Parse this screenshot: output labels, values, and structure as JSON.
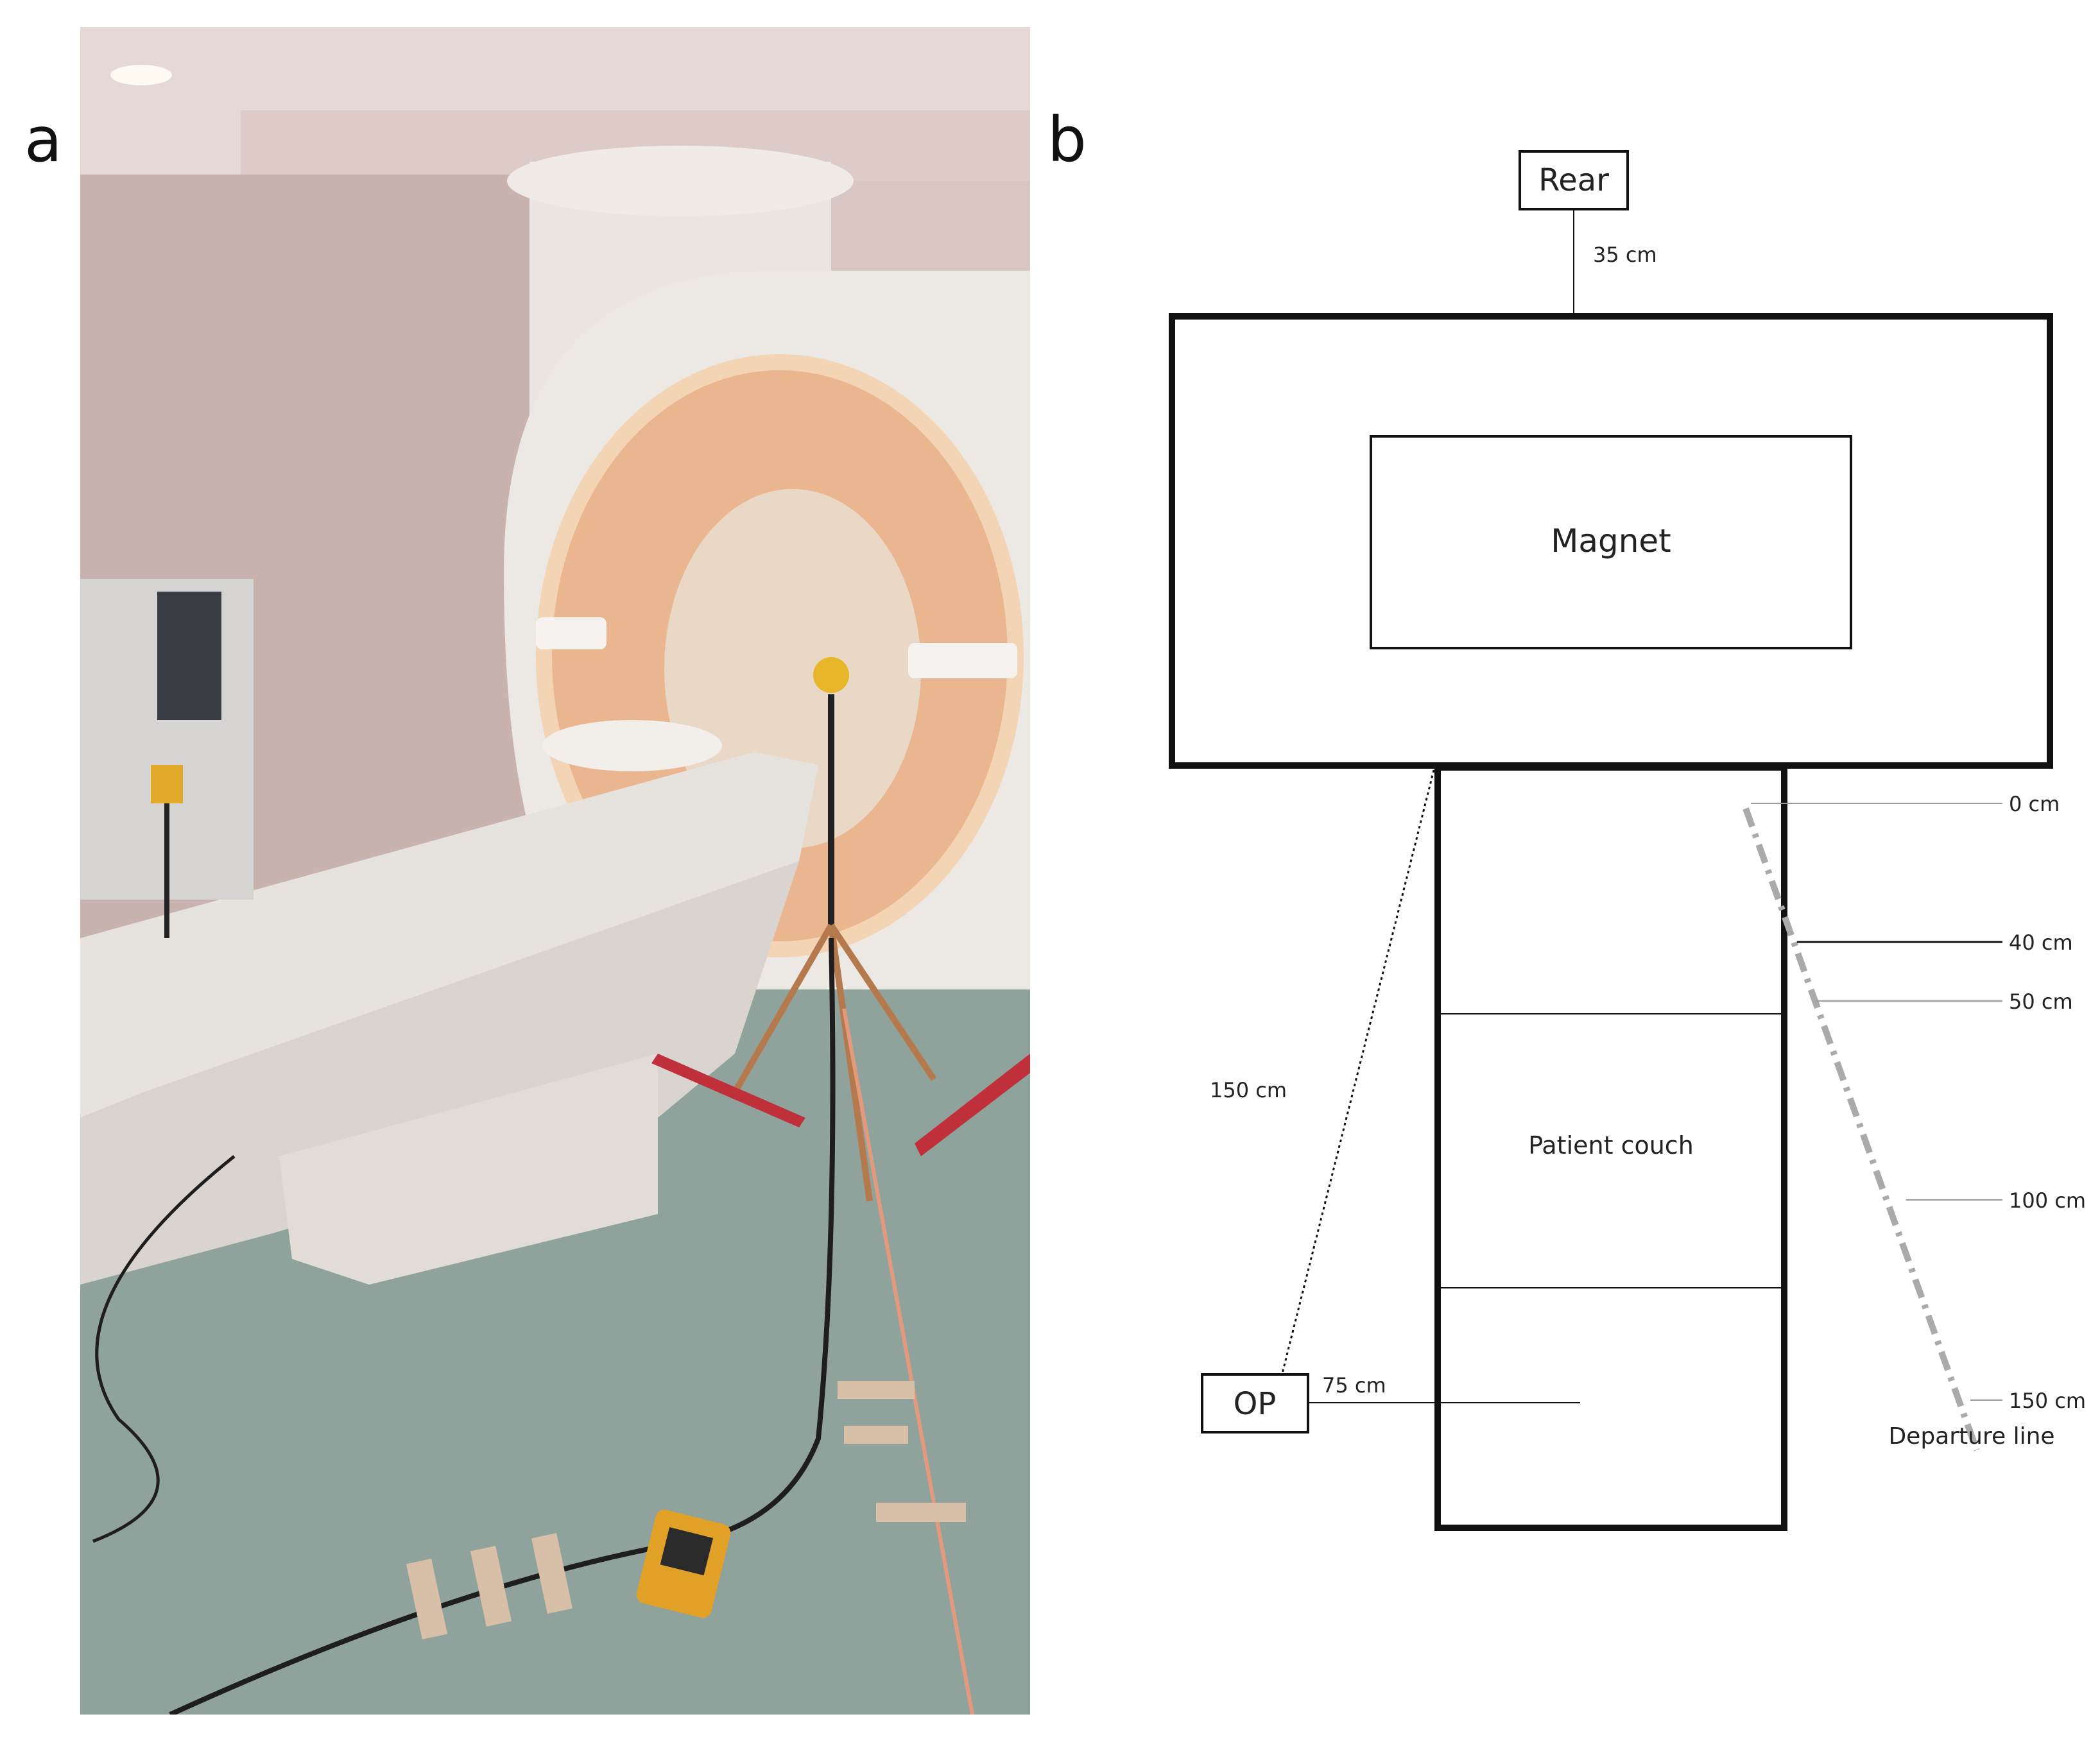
{
  "panel_labels": {
    "a": "a",
    "b": "b"
  },
  "diagram": {
    "rear": "Rear",
    "rear_distance": "35 cm",
    "magnet": "Magnet",
    "patient_couch": "Patient couch",
    "op": "OP",
    "op_distance_diag": "150 cm",
    "op_distance_horiz": "75 cm",
    "departure_line": "Departure line",
    "ticks": [
      "0 cm",
      "40 cm",
      "50 cm",
      "100 cm",
      "150 cm"
    ]
  },
  "colors": {
    "line": "#111111",
    "departure_line": "#aaaaaa",
    "floor": "#8fa39c",
    "wall": "#d9c8c4",
    "scanner": "#ece8e4"
  }
}
